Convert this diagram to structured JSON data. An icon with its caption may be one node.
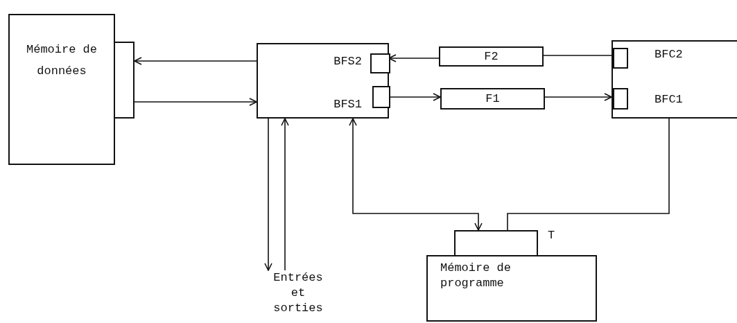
{
  "diagram": {
    "nodes": [
      {
        "text": [
          "Mémoire de données"
        ]
      },
      {
        "text": [],
        "shape": "box"
      },
      {
        "text": [
          "BFS2",
          "BFS1"
        ]
      },
      {
        "text": [],
        "shape": "box",
        "in": 2
      },
      {
        "text": [],
        "shape": "box",
        "in": 2
      },
      {
        "text": [
          "F2"
        ]
      },
      {
        "text": [
          "F1"
        ]
      },
      {
        "text": [
          "BFC2",
          "BFC1"
        ]
      },
      {
        "text": [],
        "shape": "box",
        "in": 7
      },
      {
        "text": [],
        "shape": "box",
        "in": 7
      },
      {
        "text": [],
        "shape": "box"
      },
      {
        "text": [
          "Mémoire de programme"
        ]
      },
      {
        "text": [
          "Entrées et sorties"
        ]
      }
    ],
    "edges": [
      {
        "from": 2,
        "to": 1,
        "arrow": "to"
      },
      {
        "from": 1,
        "to": 2,
        "arrow": "to"
      },
      {
        "from": 5,
        "to": 3,
        "arrow": "to"
      },
      {
        "from": 8,
        "to": 5,
        "arrow": "none"
      },
      {
        "from": 4,
        "to": 6,
        "arrow": "to"
      },
      {
        "from": 6,
        "to": 9,
        "arrow": "to"
      },
      {
        "from": 2,
        "to": 12,
        "arrow": "to"
      },
      {
        "from": 12,
        "to": 2,
        "arrow": "to"
      },
      {
        "from": 2,
        "to": 10,
        "arrow": "both"
      },
      {
        "from": 7,
        "to": 10,
        "arrow": "none"
      }
    ],
    "labels": [
      "T"
    ]
  }
}
